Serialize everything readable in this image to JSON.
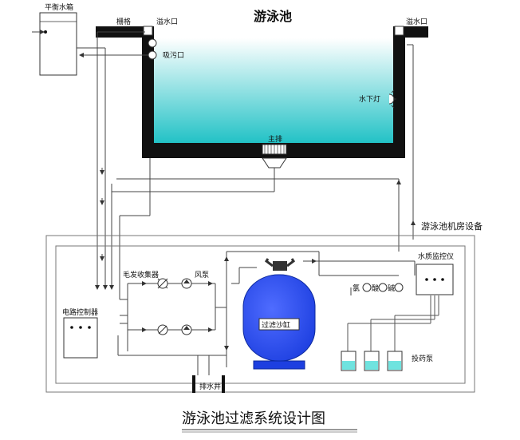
{
  "title": "游泳池过滤系统设计图",
  "pool": {
    "label": "游泳池"
  },
  "labels": {
    "balance_tank": "平衡水箱",
    "grille": "栅格",
    "overflow_left": "溢水口",
    "overflow_right": "溢水口",
    "suction": "吸污口",
    "underwater_light": "水下灯",
    "main_drain": "主排",
    "machine_room": "游泳池机房设备",
    "hair_collector": "毛发收集器",
    "pump": "风泵",
    "water_monitor": "水质监控仪",
    "control_box": "电路控制器",
    "sand_filter": "过滤沙缸",
    "chlorine": "氯",
    "acid": "酸",
    "alkali": "碱",
    "dosing_pump": "投药泵",
    "drain_well": "排水井"
  },
  "colors": {
    "water_top": "#ffffff",
    "water_bottom": "#22c2c6",
    "wall": "#111111",
    "filter_tank": "#1d3fe0",
    "chem_liquid": "#6fe3df"
  }
}
